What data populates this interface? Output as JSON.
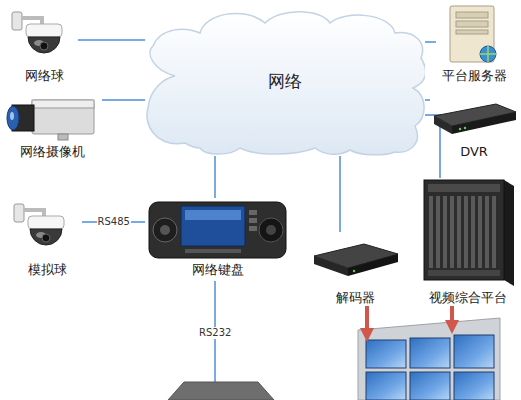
{
  "diagram": {
    "nodes": [
      {
        "text": [
          "网络球"
        ]
      },
      {
        "text": [
          "网络"
        ]
      },
      {
        "text": [
          "平台服务器"
        ]
      },
      {
        "text": [
          "网络摄像机"
        ]
      },
      {
        "text": [
          "DVR"
        ]
      },
      {
        "text": [
          "模拟球"
        ]
      },
      {
        "text": [
          "网络键盘"
        ]
      },
      {
        "text": [
          "解码器"
        ]
      },
      {
        "text": [
          "视频综合平台"
        ]
      }
    ],
    "edges": [
      {
        "from": 0,
        "to": 1,
        "arrow": "none"
      },
      {
        "from": 3,
        "to": 1,
        "arrow": "none"
      },
      {
        "from": 1,
        "to": 2,
        "arrow": "none"
      },
      {
        "from": 1,
        "to": 4,
        "arrow": "none"
      },
      {
        "from": 5,
        "to": 6,
        "label": "RS485",
        "arrow": "none"
      },
      {
        "from": 6,
        "to": 1,
        "arrow": "none"
      },
      {
        "from": 7,
        "to": 1,
        "arrow": "none"
      },
      {
        "from": 8,
        "to": 1,
        "arrow": "none"
      }
    ],
    "labels": [
      "RS232"
    ]
  }
}
